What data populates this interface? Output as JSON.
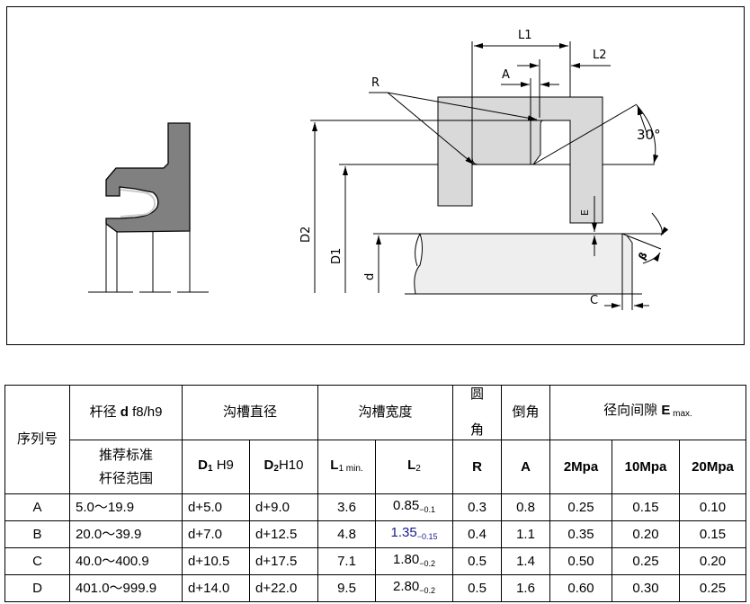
{
  "diagram": {
    "labels": {
      "L1": "L1",
      "L2": "L2",
      "A": "A",
      "R": "R",
      "angle": "30°",
      "D2": "D2",
      "D1": "D1",
      "d": "d",
      "E": "E",
      "C": "C",
      "beta": "β"
    }
  },
  "table": {
    "header": {
      "seq": "序列号",
      "rod_prefix": "杆径 ",
      "rod_d": "d",
      "rod_tol": " f8/h9",
      "groove_dia": "沟槽直径",
      "groove_width": "沟槽宽度",
      "round_1": "圆",
      "round_2": "角",
      "chamfer": "倒角",
      "clear_prefix": "径向间隙 ",
      "clear_E": "E",
      "clear_sub": " max.",
      "rec_1": "推荐标准",
      "rec_2": "杆径范围",
      "d1_main": "D",
      "d1_sub": "1",
      "d1_tol": " H9",
      "d2_main": "D",
      "d2_sub": "2",
      "d2_tol": "H10",
      "l1_main": "L",
      "l1_sub": "1 min.",
      "l2_main": "L",
      "l2_sub": "2",
      "r": "R",
      "a": "A",
      "p1": "2Mpa",
      "p2": "10Mpa",
      "p3": "20Mpa"
    },
    "rows": [
      {
        "seq": "A",
        "range": "5.0～19.9",
        "d1": "d+5.0",
        "d2": "d+9.0",
        "l1": "3.6",
        "l2": "0.85",
        "l2_tol": "−0.1",
        "r": "0.3",
        "a": "0.8",
        "e2": "0.25",
        "e10": "0.15",
        "e20": "0.10"
      },
      {
        "seq": "B",
        "range": "20.0～39.9",
        "d1": "d+7.0",
        "d2": "d+12.5",
        "l1": "4.8",
        "l2": "1.35",
        "l2_tol": "−0.15",
        "r": "0.4",
        "a": "1.1",
        "e2": "0.35",
        "e10": "0.20",
        "e20": "0.15"
      },
      {
        "seq": "C",
        "range": "40.0～400.9",
        "d1": "d+10.5",
        "d2": "d+17.5",
        "l1": "7.1",
        "l2": "1.80",
        "l2_tol": "−0.2",
        "r": "0.5",
        "a": "1.4",
        "e2": "0.50",
        "e10": "0.25",
        "e20": "0.20"
      },
      {
        "seq": "D",
        "range": "401.0～999.9",
        "d1": "d+14.0",
        "d2": "d+22.0",
        "l1": "9.5",
        "l2": "2.80",
        "l2_tol": "−0.2",
        "r": "0.5",
        "a": "1.6",
        "e2": "0.60",
        "e10": "0.30",
        "e20": "0.25"
      }
    ]
  }
}
